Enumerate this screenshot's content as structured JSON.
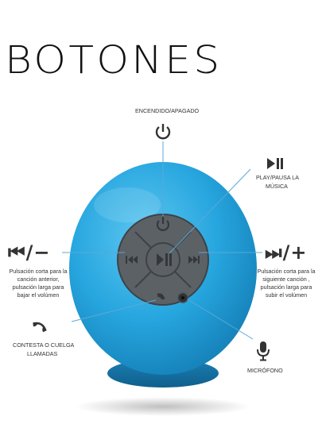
{
  "title": "BOTONES",
  "power": {
    "label": "ENCENDIDO/APAGADO"
  },
  "play": {
    "label_line1": "PLAY/PAUSA LA",
    "label_line2": "MÚSICA"
  },
  "prev": {
    "symbol": "⏮/−",
    "desc_line1": "Pulsación corta para la",
    "desc_line2": "canción anterior,",
    "desc_line3": "pulsación larga para",
    "desc_line4": "bajar el volúmen"
  },
  "next": {
    "symbol": "⏭/+",
    "desc_line1": "Pulsación corta para la",
    "desc_line2": "siguiente canción ,",
    "desc_line3": "pulsación larga para",
    "desc_line4": "subir el volúmen"
  },
  "call": {
    "label_line1": "CONTESTA O CUELGA",
    "label_line2": "LLAMADAS"
  },
  "mic": {
    "label": "MICRÓFONO"
  },
  "colors": {
    "speaker": "#29a8e0",
    "buttons": "#5c6166",
    "line": "#5aa8d8"
  }
}
